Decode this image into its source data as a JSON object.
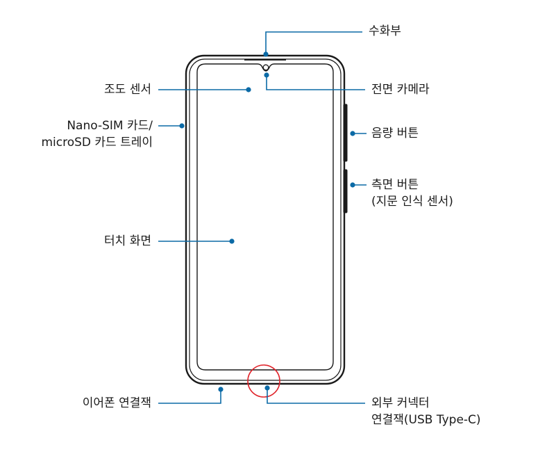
{
  "labels": {
    "earpiece": "수화부",
    "light_sensor": "조도 센서",
    "front_camera": "전면 카메라",
    "sim_tray_line1": "Nano-SIM 카드/",
    "sim_tray_line2": "microSD 카드 트레이",
    "volume_button": "음량 버튼",
    "side_button_line1": "측면 버튼",
    "side_button_line2": "(지문 인식 센서)",
    "touch_screen": "터치 화면",
    "earphone_jack": "이어폰 연결잭",
    "external_connector_line1": "외부 커넥터",
    "external_connector_line2": "연결잭(USB Type-C)"
  },
  "colors": {
    "leader_line": "#0b6aa6",
    "device_outline": "#1a1a1a",
    "highlight_circle": "#e0242b",
    "text": "#1a1a1a"
  }
}
